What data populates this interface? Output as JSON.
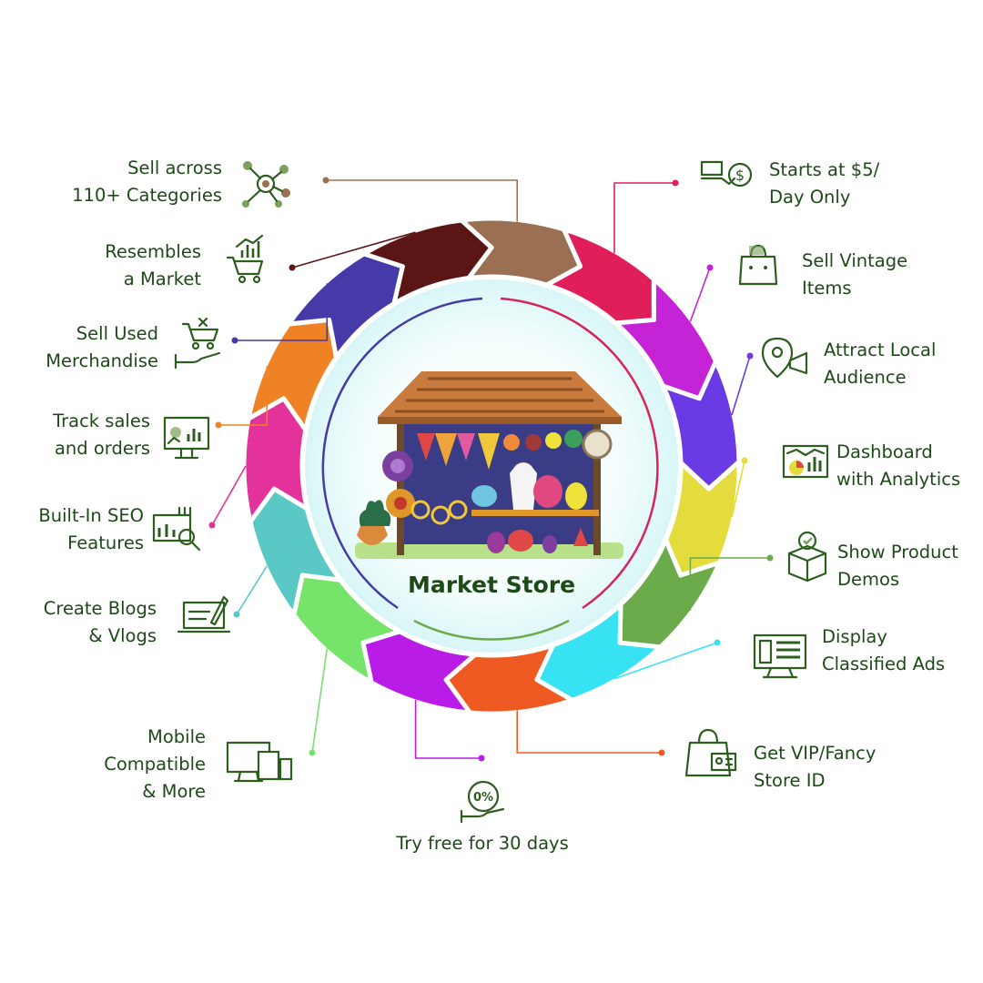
{
  "center": {
    "title": "Market Store"
  },
  "colors": {
    "text": "#1d4a17",
    "icon": "#2d5d1f"
  },
  "features": [
    {
      "id": "f01",
      "lines": [
        "Sell across",
        "110+ Categories"
      ],
      "icon": "network-icon",
      "color": "#9b7052"
    },
    {
      "id": "f02",
      "lines": [
        "Starts at $5/",
        "Day Only"
      ],
      "icon": "money-hand-icon",
      "color": "#e01e5a"
    },
    {
      "id": "f03",
      "lines": [
        "Sell Vintage",
        "Items"
      ],
      "icon": "shopping-bag-icon",
      "color": "#c524d6"
    },
    {
      "id": "f04",
      "lines": [
        "Attract Local",
        "Audience"
      ],
      "icon": "location-megaphone-icon",
      "color": "#6a3be4"
    },
    {
      "id": "f05",
      "lines": [
        "Dashboard",
        "with Analytics"
      ],
      "icon": "dashboard-analytics-icon",
      "color": "#e3dc3c"
    },
    {
      "id": "f06",
      "lines": [
        "Show Product",
        "Demos"
      ],
      "icon": "product-box-icon",
      "color": "#6bab4c"
    },
    {
      "id": "f07",
      "lines": [
        "Display",
        "Classified Ads"
      ],
      "icon": "classified-ads-icon",
      "color": "#37e3f2"
    },
    {
      "id": "f08",
      "lines": [
        "Get VIP/Fancy",
        "Store ID"
      ],
      "icon": "store-id-icon",
      "color": "#ef5a22"
    },
    {
      "id": "f09",
      "lines": [
        "Try free for 30 days"
      ],
      "icon": "discount-hand-icon",
      "color": "#b81ce6"
    },
    {
      "id": "f10",
      "lines": [
        "Mobile",
        "Compatible",
        "& More"
      ],
      "icon": "devices-icon",
      "color": "#76e46a"
    },
    {
      "id": "f11",
      "lines": [
        "Create Blogs",
        "& Vlogs"
      ],
      "icon": "blog-laptop-icon",
      "color": "#5ac9c6"
    },
    {
      "id": "f12",
      "lines": [
        "Built-In SEO",
        "Features"
      ],
      "icon": "seo-chart-icon",
      "color": "#e3339a"
    },
    {
      "id": "f13",
      "lines": [
        "Track sales",
        "and orders"
      ],
      "icon": "monitor-chart-icon",
      "color": "#ef8225"
    },
    {
      "id": "f14",
      "lines": [
        "Sell Used",
        "Merchandise"
      ],
      "icon": "cart-hand-icon",
      "color": "#463aa8"
    },
    {
      "id": "f15",
      "lines": [
        "Resembles",
        "a Market"
      ],
      "icon": "cart-growth-icon",
      "color": "#5a1515"
    }
  ]
}
